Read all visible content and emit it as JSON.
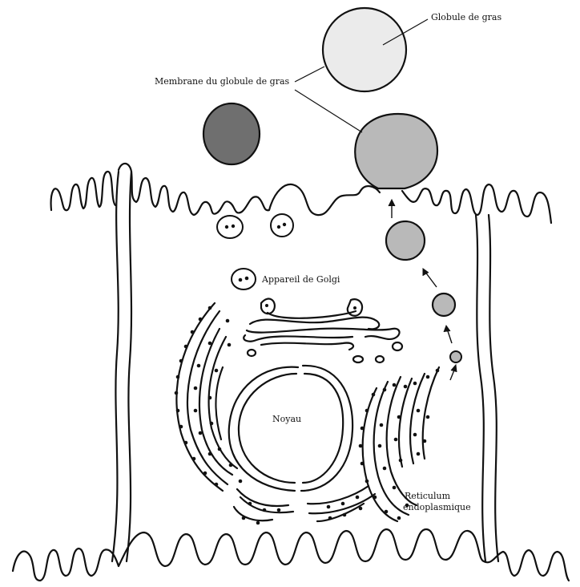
{
  "labels": {
    "fat_globule": "Globule de gras",
    "globule_membrane": "Membrane du globule de gras",
    "golgi": "Appareil de Golgi",
    "nucleus": "Noyau",
    "er_line1": "Reticulum",
    "er_line2": "endoplasmique"
  },
  "colors": {
    "ink": "#111111",
    "globule_light": "#ebebeb",
    "globule_medium": "#b9b9b9",
    "globule_dark": "#6f6f6f"
  }
}
